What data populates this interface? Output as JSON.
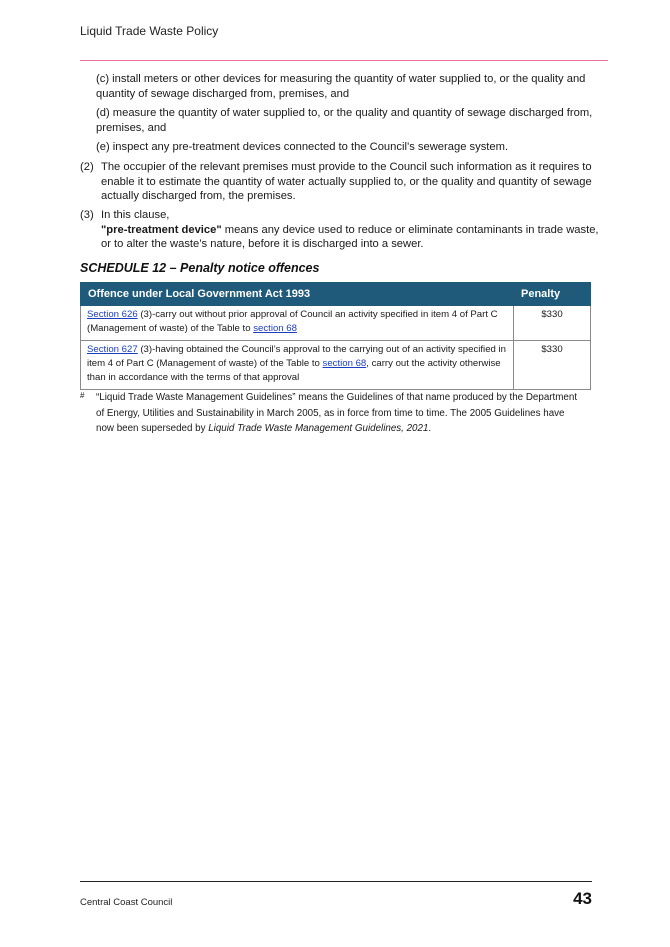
{
  "header": {
    "title": "Liquid Trade Waste Policy",
    "rule_color": "#e8709a"
  },
  "body": {
    "item_c": "(c) install meters or other devices for measuring the quantity of water supplied to, or the quality and quantity of sewage discharged from, premises, and",
    "item_d": "(d) measure the quantity of water supplied to, or the quality and quantity of sewage discharged from, premises, and",
    "item_e": "(e) inspect any pre-treatment devices connected to the Council’s sewerage system.",
    "clause2": {
      "num": "(2)",
      "text": "The occupier of the relevant premises must provide to the Council such information as it requires to enable it to estimate the quantity of water actually supplied to, or the quality and quantity of sewage actually discharged from, the premises."
    },
    "clause3": {
      "num": "(3)",
      "intro": "In this clause,",
      "term": "\"pre-treatment device\"",
      "definition": " means any device used to reduce or eliminate contaminants in trade waste, or to alter the waste’s nature, before it is discharged into a sewer."
    }
  },
  "schedule": {
    "heading": "SCHEDULE 12 – Penalty notice offences",
    "header_color": "#1f5a7a",
    "columns": [
      "Offence under Local Government Act 1993",
      "Penalty"
    ],
    "rows": [
      {
        "section_link": "Section 626",
        "text_before": " (3)-carry out without prior approval of Council an activity specified in item 4 of Part C (Management of waste) of the Table to ",
        "inner_link": "section 68",
        "text_after": "",
        "penalty": "$330"
      },
      {
        "section_link": "Section 627",
        "text_before": " (3)-having obtained the Council’s approval to the carrying out of an activity specified in item 4 of Part C (Management of waste) of the Table to ",
        "inner_link": "section 68",
        "text_after": ", carry out the activity otherwise than in accordance with the terms of that approval",
        "penalty": "$330"
      }
    ]
  },
  "footnote": {
    "marker": "#",
    "text": "“Liquid Trade Waste Management Guidelines” means the Guidelines of that name produced by the Department of Energy, Utilities and Sustainability in March 2005, as in force from time to time. The 2005 Guidelines have now been superseded by ",
    "italic": "Liquid Trade Waste Management Guidelines, 2021",
    "end": "."
  },
  "footer": {
    "org": "Central Coast Council",
    "page_number": "43"
  }
}
